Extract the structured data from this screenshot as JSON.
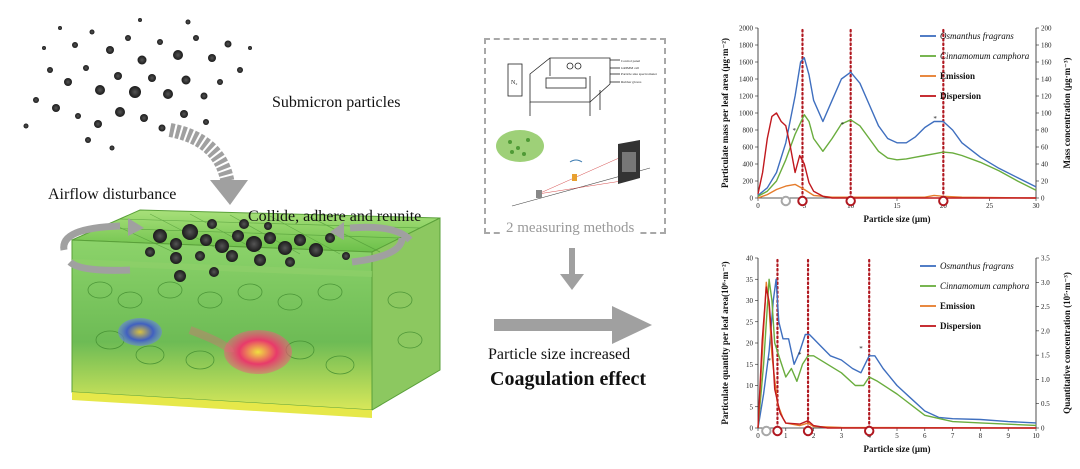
{
  "left": {
    "particles_label": "Submicron particles",
    "airflow_label": "Airflow disturbance",
    "collide_label": "Collide, adhere and reunite"
  },
  "middle": {
    "methods_label": "2 measuring methods",
    "result_label": "Particle size increased",
    "effect_label": "Coagulation effect",
    "apparatus_labels": [
      "N₂",
      "Control panel",
      "GRIMM cell",
      "Particle size spectrometer",
      "Rubber gloves"
    ]
  },
  "colors": {
    "osmanthus": "#3f6fbf",
    "cinnamomum": "#6aad3e",
    "emission": "#e57c2c",
    "dispersion": "#c0181e",
    "gray_arrow": "#a0a0a0",
    "marker_red": "#b01820",
    "marker_gray": "#a8a8a8"
  },
  "chart_data": [
    {
      "type": "line",
      "ylabel": "Particulate mass per leaf area (μg·m⁻²)",
      "y2label": "Mass concentration (μg·m⁻³)",
      "xlabel": "Particle size (μm)",
      "xlim": [
        0,
        30
      ],
      "ylim": [
        0,
        2000
      ],
      "y2lim": [
        0,
        200
      ],
      "xticks": [
        "0",
        "5",
        "10",
        "15",
        "20",
        "25",
        "30"
      ],
      "yticks": [
        "0",
        "200",
        "400",
        "600",
        "800",
        "1000",
        "1200",
        "1400",
        "1600",
        "1800",
        "2000"
      ],
      "y2ticks": [
        "0",
        "20",
        "40",
        "60",
        "80",
        "100",
        "120",
        "140",
        "160",
        "180",
        "200"
      ],
      "legend_position": "top-right",
      "series": [
        {
          "name": "Osmanthus fragrans",
          "axis": "left",
          "x": [
            0,
            1,
            2,
            3,
            4,
            4.6,
            5,
            5.5,
            6,
            7,
            8,
            9,
            10,
            11,
            12,
            13,
            14,
            15,
            16,
            17,
            18,
            19,
            20,
            21,
            22,
            24,
            26,
            28,
            30
          ],
          "y": [
            30,
            120,
            300,
            650,
            1200,
            1600,
            1650,
            1450,
            1150,
            900,
            1150,
            1400,
            1480,
            1350,
            1100,
            850,
            700,
            650,
            650,
            720,
            830,
            900,
            900,
            800,
            650,
            480,
            350,
            240,
            130
          ]
        },
        {
          "name": "Cinnamomum camphora",
          "axis": "left",
          "x": [
            0,
            1,
            2,
            3,
            4,
            5,
            5.5,
            6,
            7,
            8,
            9,
            10,
            11,
            12,
            13,
            14,
            15,
            16,
            17,
            18,
            19,
            20,
            21,
            22,
            24,
            26,
            28,
            30
          ],
          "y": [
            20,
            80,
            200,
            450,
            750,
            980,
            900,
            700,
            550,
            700,
            870,
            920,
            850,
            700,
            550,
            470,
            450,
            460,
            480,
            500,
            520,
            540,
            530,
            500,
            420,
            320,
            200,
            90
          ]
        },
        {
          "name": "Emission",
          "axis": "right",
          "x": [
            0,
            1,
            2,
            3,
            4,
            5,
            6,
            8,
            10,
            15,
            18,
            19,
            20,
            22,
            30
          ],
          "y": [
            0,
            4,
            10,
            14,
            16,
            10,
            3,
            1,
            1,
            1,
            1,
            3,
            2,
            1,
            0
          ]
        },
        {
          "name": "Dispersion",
          "axis": "right",
          "x": [
            0,
            0.5,
            1,
            1.5,
            2,
            2.5,
            3,
            3.5,
            4,
            4.5,
            5,
            5.5,
            6,
            7,
            8,
            30
          ],
          "y": [
            5,
            30,
            70,
            96,
            100,
            90,
            85,
            60,
            30,
            50,
            40,
            18,
            8,
            2,
            0,
            0
          ]
        }
      ],
      "reference_lines_x": [
        4.8,
        10,
        20
      ],
      "markers": [
        {
          "x": 3,
          "color": "gray"
        },
        {
          "x": 4.8,
          "color": "red"
        },
        {
          "x": 10,
          "color": "red"
        },
        {
          "x": 20,
          "color": "red"
        }
      ],
      "inaxis_marks": [
        "*",
        "*",
        "*"
      ]
    },
    {
      "type": "line",
      "ylabel": "Particulate quantity per leaf area(10⁶·m⁻²)",
      "y2label": "Quantitative concentration (10⁵·m⁻³)",
      "xlabel": "Particle size (μm)",
      "xlim": [
        0,
        10
      ],
      "ylim": [
        0,
        40
      ],
      "y2lim": [
        0,
        3.5
      ],
      "xticks": [
        "0",
        "1",
        "2",
        "3",
        "4",
        "5",
        "6",
        "7",
        "8",
        "9",
        "10"
      ],
      "yticks": [
        "0",
        "5",
        "10",
        "15",
        "20",
        "25",
        "30",
        "35",
        "40"
      ],
      "y2ticks": [
        "0",
        "0.5",
        "1.0",
        "1.5",
        "2.0",
        "2.5",
        "3.0",
        "3.5"
      ],
      "legend_position": "top-right",
      "series": [
        {
          "name": "Osmanthus fragrans",
          "axis": "left",
          "x": [
            0,
            0.2,
            0.4,
            0.55,
            0.65,
            0.75,
            0.9,
            1.1,
            1.3,
            1.5,
            1.7,
            1.85,
            2.0,
            2.3,
            2.6,
            3.0,
            3.4,
            3.7,
            4.0,
            4.2,
            4.5,
            5,
            5.5,
            6,
            6.5,
            7,
            8,
            9,
            10
          ],
          "y": [
            0,
            8,
            18,
            30,
            35,
            25,
            21,
            21,
            15,
            18,
            22,
            22,
            21,
            19,
            17,
            16,
            14,
            13,
            17,
            17,
            14,
            10,
            7,
            4,
            2.5,
            2.2,
            2.0,
            1.5,
            1.2
          ]
        },
        {
          "name": "Cinnamomum camphora",
          "axis": "left",
          "x": [
            0,
            0.2,
            0.4,
            0.5,
            0.6,
            0.8,
            1.0,
            1.2,
            1.4,
            1.6,
            1.8,
            2.0,
            2.5,
            3.0,
            3.5,
            3.8,
            4.0,
            4.3,
            5,
            6,
            7,
            8,
            9,
            10
          ],
          "y": [
            0,
            15,
            35,
            30,
            20,
            16,
            12,
            14,
            11,
            15,
            17,
            17,
            15,
            13,
            10,
            10,
            12,
            11,
            8,
            3,
            1.5,
            1.2,
            0.9,
            0.6
          ]
        },
        {
          "name": "Emission",
          "axis": "right",
          "x": [
            0,
            0.15,
            0.3,
            0.4,
            0.5,
            0.7,
            0.9,
            1.0,
            1.5,
            1.8,
            2.0,
            3,
            10
          ],
          "y": [
            0,
            1.5,
            3.0,
            2.5,
            1.5,
            0.5,
            0.2,
            0.1,
            0.05,
            0.1,
            0.03,
            0.01,
            0
          ]
        },
        {
          "name": "Dispersion",
          "axis": "right",
          "x": [
            0,
            0.15,
            0.3,
            0.4,
            0.5,
            0.6,
            0.8,
            1.0,
            1.5,
            1.8,
            2.0,
            2.5,
            10
          ],
          "y": [
            0,
            1.8,
            2.9,
            2.6,
            1.8,
            0.8,
            0.3,
            0.1,
            0.08,
            0.15,
            0.05,
            0,
            0
          ]
        }
      ],
      "reference_lines_x": [
        0.7,
        1.8,
        4.0
      ],
      "markers": [
        {
          "x": 0.3,
          "color": "gray"
        },
        {
          "x": 0.7,
          "color": "red"
        },
        {
          "x": 1.8,
          "color": "red"
        },
        {
          "x": 4.0,
          "color": "red"
        }
      ],
      "inaxis_marks": [
        "*",
        "*",
        "*"
      ]
    }
  ]
}
